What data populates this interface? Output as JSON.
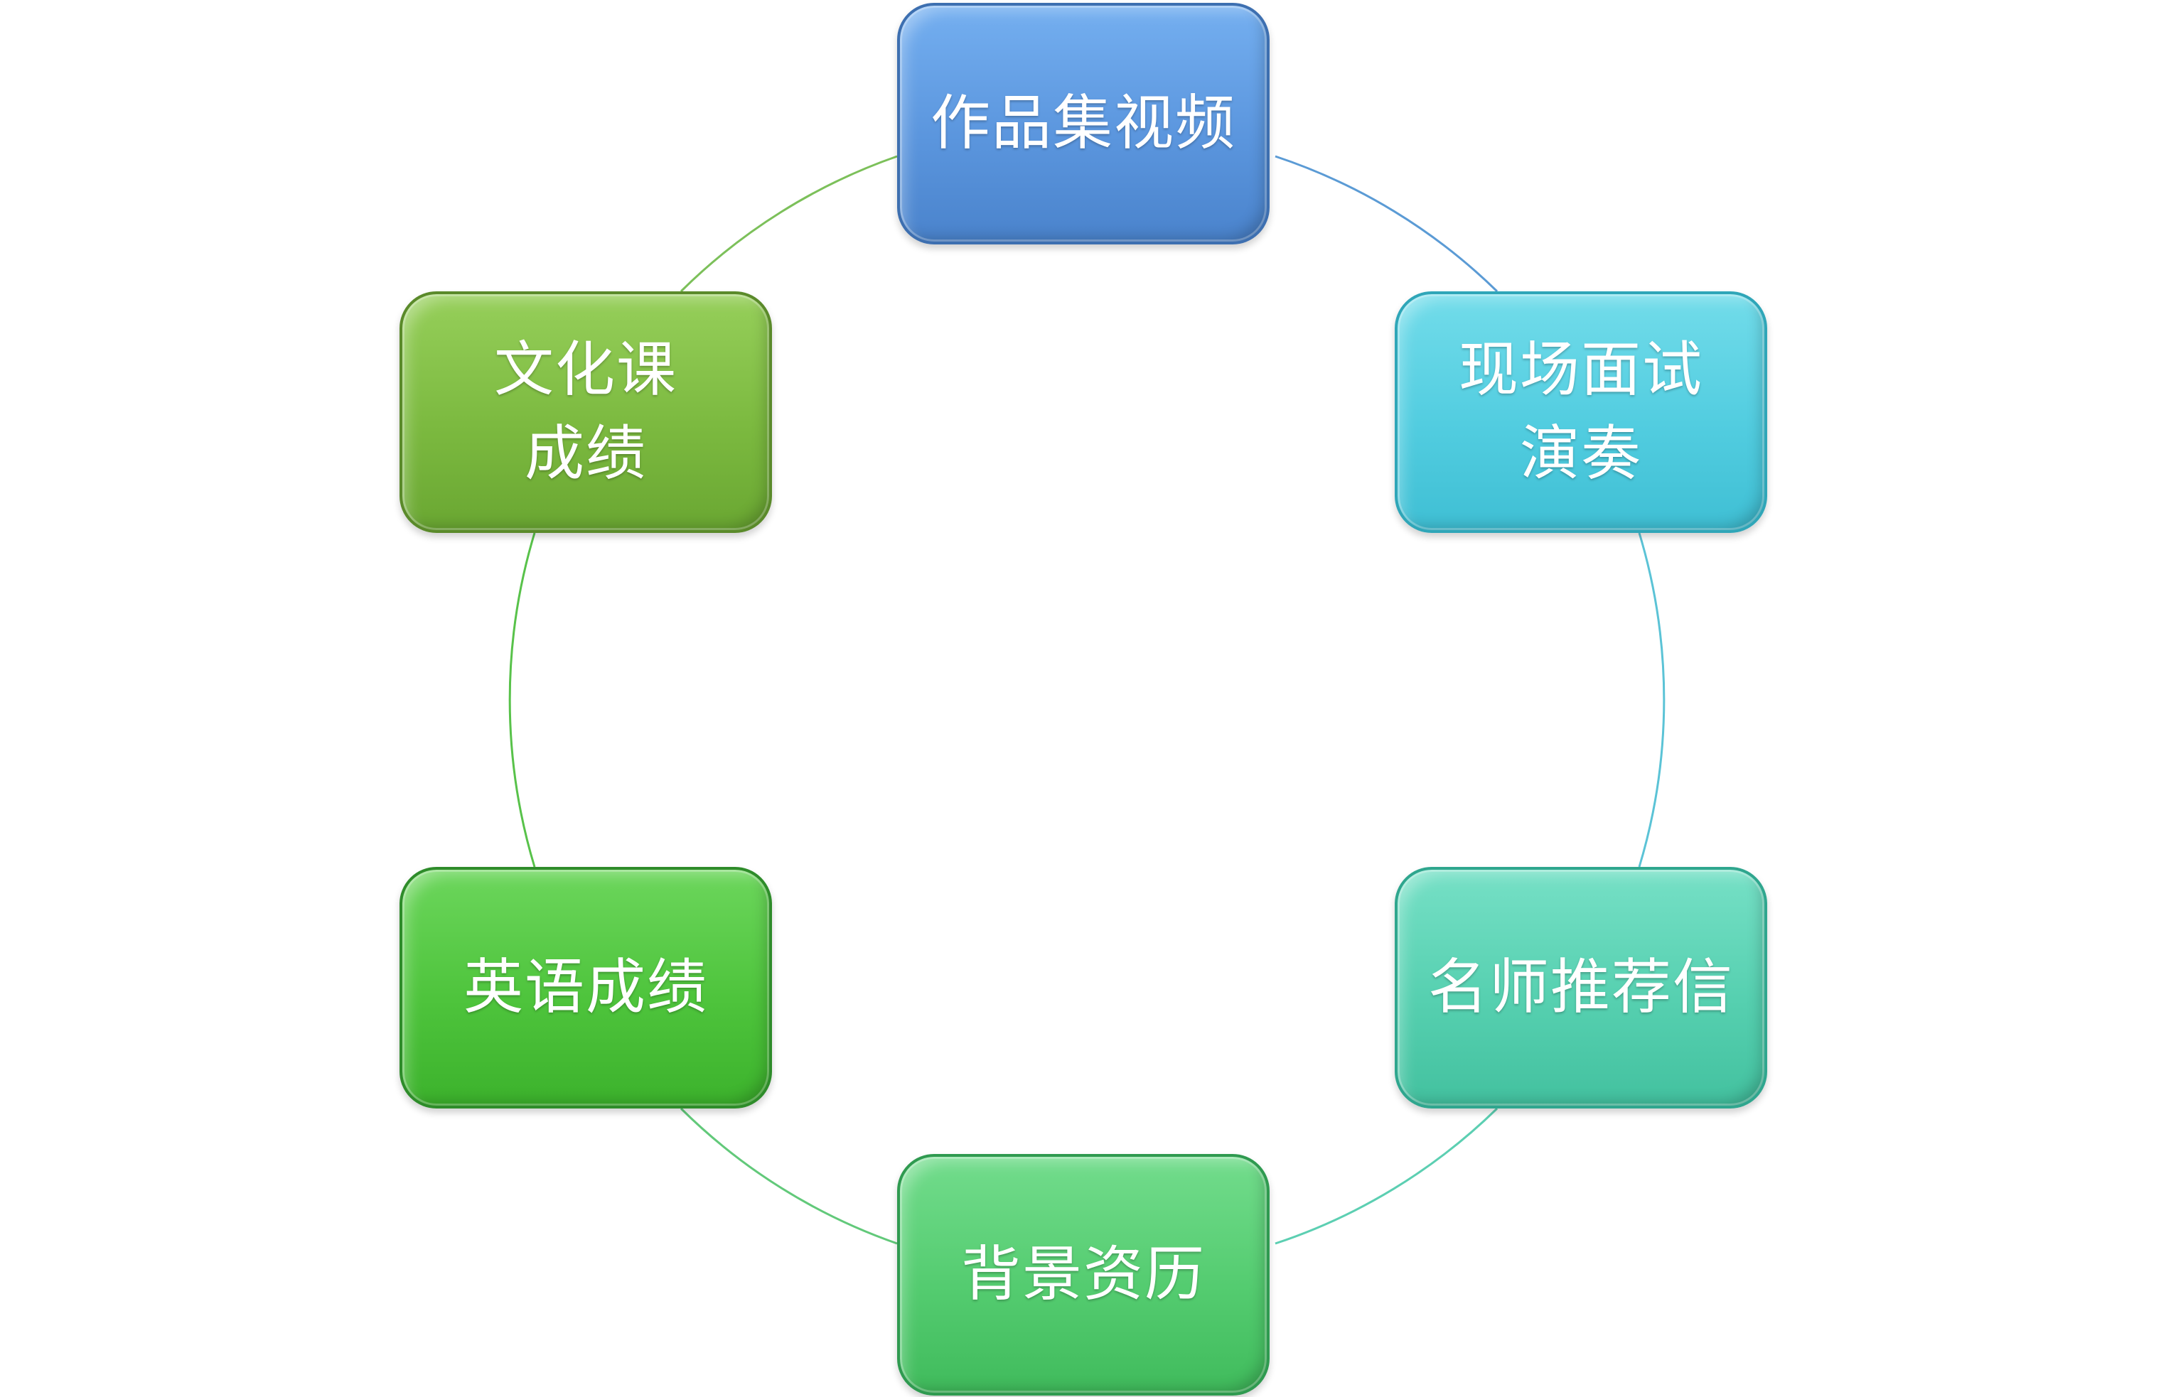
{
  "diagram": {
    "type": "cycle",
    "nodes": [
      {
        "id": "top",
        "lines": [
          "作品集视频"
        ],
        "color": "#5b96de"
      },
      {
        "id": "tr",
        "lines": [
          "现场面试",
          "演奏"
        ],
        "color": "#52cde0"
      },
      {
        "id": "br",
        "lines": [
          "名师推荐信"
        ],
        "color": "#56d0b0"
      },
      {
        "id": "bottom",
        "lines": [
          "背景资历"
        ],
        "color": "#54cc70"
      },
      {
        "id": "bl",
        "lines": [
          "英语成绩"
        ],
        "color": "#4ec43c"
      },
      {
        "id": "tl",
        "lines": [
          "文化课",
          "成绩"
        ],
        "color": "#7cba40"
      }
    ],
    "connector_colors": [
      "#5b9bd5",
      "#5bc3d6",
      "#5ccfb2",
      "#62c97a",
      "#58c24a",
      "#7cc05a"
    ]
  }
}
